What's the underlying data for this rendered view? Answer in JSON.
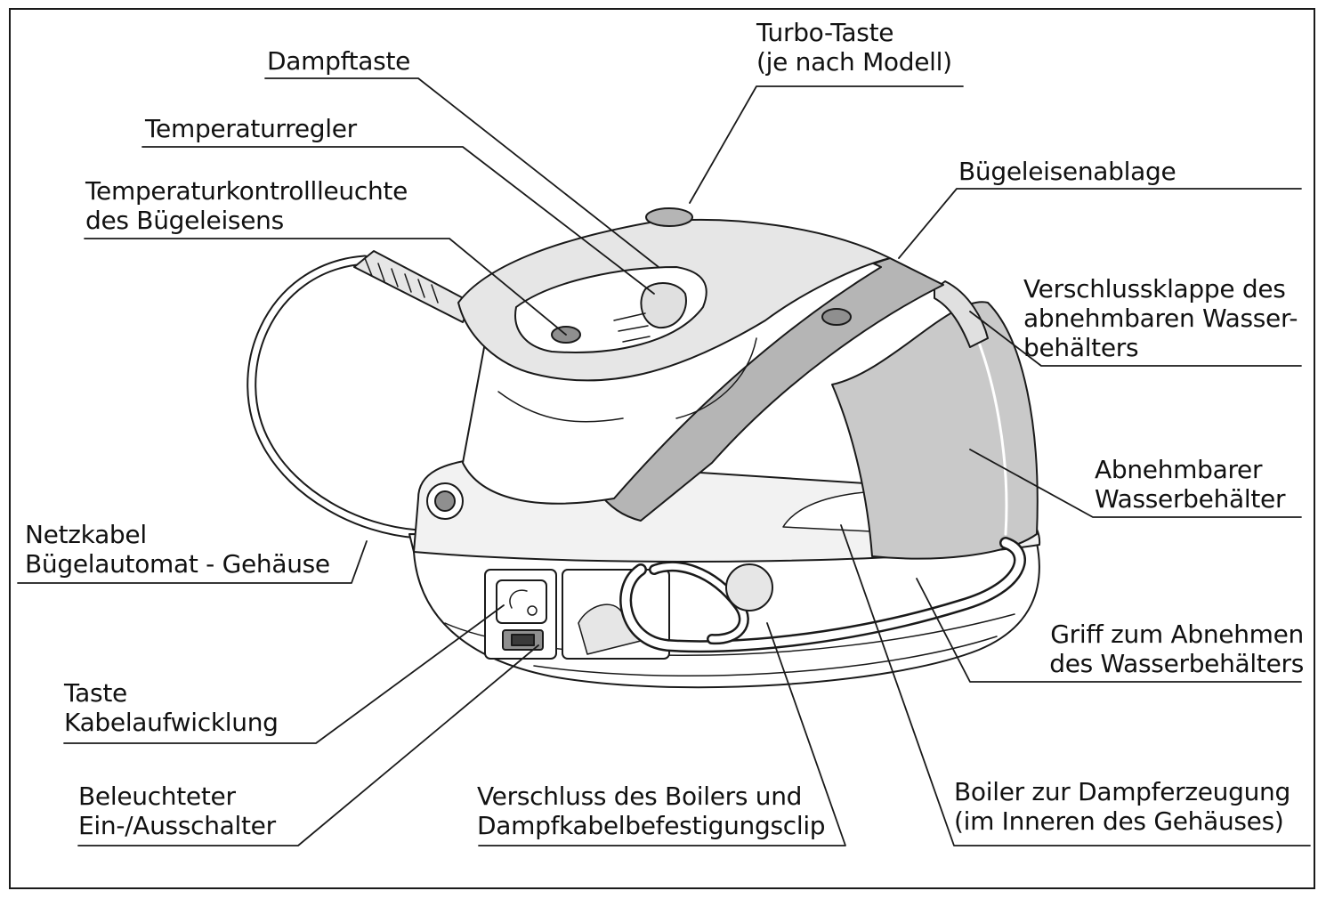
{
  "colors": {
    "outline": "#1a1a1a",
    "body_fill": "#ffffff",
    "grey_light": "#d9d9d9",
    "grey_mid": "#b5b5b5",
    "grey_dark": "#8f8f8f",
    "tank_fill": "#c9c9c9"
  },
  "labels": {
    "turbo": {
      "line1": "Turbo-Taste",
      "line2": "(je nach Modell)"
    },
    "dampf": {
      "line1": "Dampftaste"
    },
    "temp_regler": {
      "line1": "Temperaturregler"
    },
    "temp_leuchte": {
      "line1": "Temperaturkontrollleuchte",
      "line2": "des Bügeleisens"
    },
    "ablage": {
      "line1": "Bügeleisenablage"
    },
    "klappe": {
      "line1": "Verschlussklappe des",
      "line2": "abnehmbaren Wasser-",
      "line3": "behälters"
    },
    "tank": {
      "line1": "Abnehmbarer",
      "line2": "Wasserbehälter"
    },
    "netzkabel": {
      "line1": "Netzkabel",
      "line2": "Bügelautomat - Gehäuse"
    },
    "griff": {
      "line1": "Griff zum Abnehmen",
      "line2": "des Wasserbehälters"
    },
    "kabel_taste": {
      "line1": "Taste",
      "line2": "Kabelaufwicklung"
    },
    "schalter": {
      "line1": "Beleuchteter",
      "line2": "Ein-/Ausschalter"
    },
    "verschluss": {
      "line1": "Verschluss des Boilers und",
      "line2": "Dampfkabelbefestigungsclip"
    },
    "boiler": {
      "line1": "Boiler zur Dampferzeugung",
      "line2": "(im Inneren des Gehäuses)"
    }
  }
}
